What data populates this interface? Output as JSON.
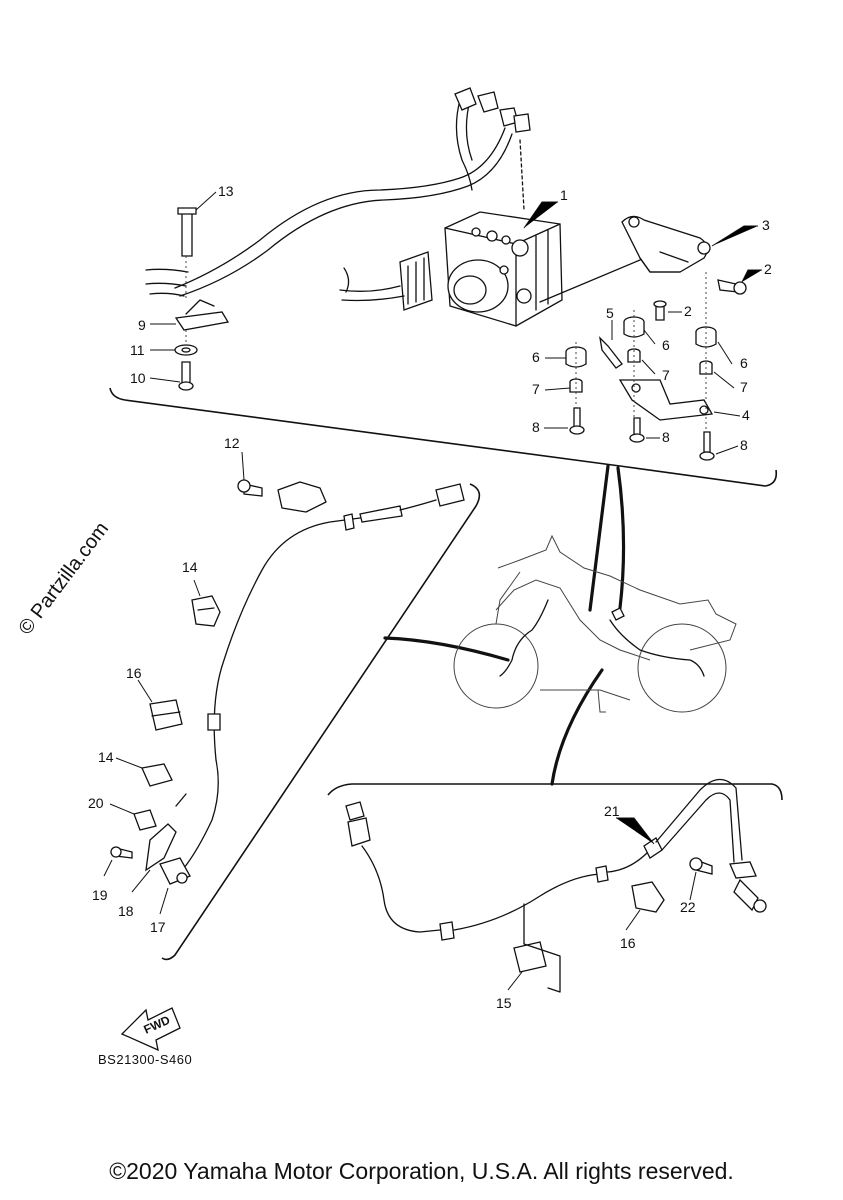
{
  "watermark": "© Partzilla.com",
  "diagram_code": "BS21300-S460",
  "fwd_label": "FWD",
  "copyright": "©2020 Yamaha Motor Corporation, U.S.A. All rights reserved.",
  "callouts": {
    "c1": "1",
    "c2a": "2",
    "c2b": "2",
    "c3": "3",
    "c4": "4",
    "c5": "5",
    "c6a": "6",
    "c6b": "6",
    "c6c": "6",
    "c7a": "7",
    "c7b": "7",
    "c7c": "7",
    "c8a": "8",
    "c8b": "8",
    "c8c": "8",
    "c9": "9",
    "c10": "10",
    "c11": "11",
    "c12": "12",
    "c13": "13",
    "c14a": "14",
    "c14b": "14",
    "c15": "15",
    "c16a": "16",
    "c16b": "16",
    "c17": "17",
    "c18": "18",
    "c19": "19",
    "c20": "20",
    "c21": "21",
    "c22": "22"
  }
}
